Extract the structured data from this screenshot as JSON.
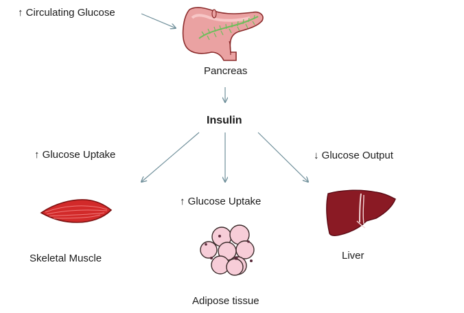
{
  "labels": {
    "circulating_glucose": "↑ Circulating Glucose",
    "pancreas": "Pancreas",
    "insulin": "Insulin",
    "muscle_uptake": "↑ Glucose Uptake",
    "adipose_uptake": "↑ Glucose Uptake",
    "liver_output": "↓ Glucose Output",
    "skeletal_muscle": "Skeletal Muscle",
    "adipose_tissue": "Adipose tissue",
    "liver": "Liver"
  },
  "icons": {
    "pancreas": "pancreas-icon",
    "muscle": "skeletal-muscle-icon",
    "adipose": "adipose-tissue-icon",
    "liver": "liver-icon"
  },
  "colors": {
    "arrow": "#6f8f9a",
    "pancreas": "#e8a0a0",
    "pancreas_outline": "#8a2a2a",
    "duct": "#6bbf5a",
    "muscle": "#d22a2a",
    "adipose": "#f6cdd8",
    "liver": "#8a1a24"
  }
}
